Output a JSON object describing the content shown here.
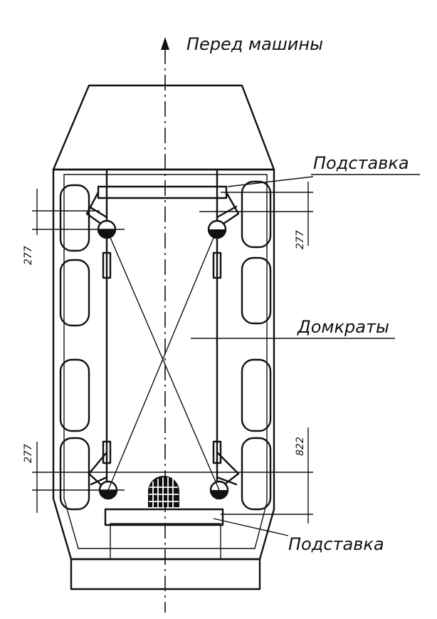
{
  "diagram": {
    "front_label": "Перед машины",
    "stand_label_top": "Подставка",
    "jacks_label": "Домкраты",
    "stand_label_bottom": "Подставка",
    "dim_left_top": "277",
    "dim_left_bottom": "277",
    "dim_right_top": "277",
    "dim_right_bottom": "822"
  }
}
